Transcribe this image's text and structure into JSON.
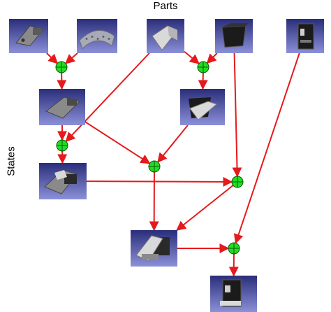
{
  "labels": {
    "top": "Parts",
    "left": "States"
  },
  "colors": {
    "arrow": "#e41a1c",
    "junction_fill": "#22dd22",
    "junction_stroke": "#0a5a0a",
    "tile_top": "#2a2e7a",
    "tile_bottom": "#8b90d8"
  },
  "parts": [
    {
      "id": "p1",
      "icon": "bracket-part-icon"
    },
    {
      "id": "p2",
      "icon": "curved-mesh-panel-icon"
    },
    {
      "id": "p3",
      "icon": "bent-sheet-part-icon"
    },
    {
      "id": "p4",
      "icon": "black-housing-part-icon"
    },
    {
      "id": "p5",
      "icon": "dark-cabinet-part-icon"
    }
  ],
  "states": [
    {
      "id": "s1",
      "icon": "assembled-bracket-state-icon"
    },
    {
      "id": "s2",
      "icon": "housing-with-sheet-state-icon"
    },
    {
      "id": "s3",
      "icon": "partial-assembly-state-icon"
    },
    {
      "id": "s4",
      "icon": "larger-assembly-state-icon"
    },
    {
      "id": "s5",
      "icon": "final-product-state-icon"
    }
  ],
  "junctions": [
    "j1",
    "j2",
    "j3",
    "j4",
    "j5",
    "j6"
  ],
  "edges": [
    [
      "p1",
      "j1"
    ],
    [
      "p2",
      "j1"
    ],
    [
      "j1",
      "s1"
    ],
    [
      "p3",
      "j2"
    ],
    [
      "p4",
      "j2"
    ],
    [
      "j2",
      "s2"
    ],
    [
      "p3",
      "j3"
    ],
    [
      "s1",
      "j3"
    ],
    [
      "j3",
      "s3"
    ],
    [
      "s1",
      "j4"
    ],
    [
      "s2",
      "j4"
    ],
    [
      "j4",
      "s4"
    ],
    [
      "p4",
      "j5"
    ],
    [
      "s3",
      "j5"
    ],
    [
      "j5",
      "s4"
    ],
    [
      "s4",
      "j6"
    ],
    [
      "p5",
      "j6"
    ],
    [
      "j6",
      "s5"
    ]
  ]
}
